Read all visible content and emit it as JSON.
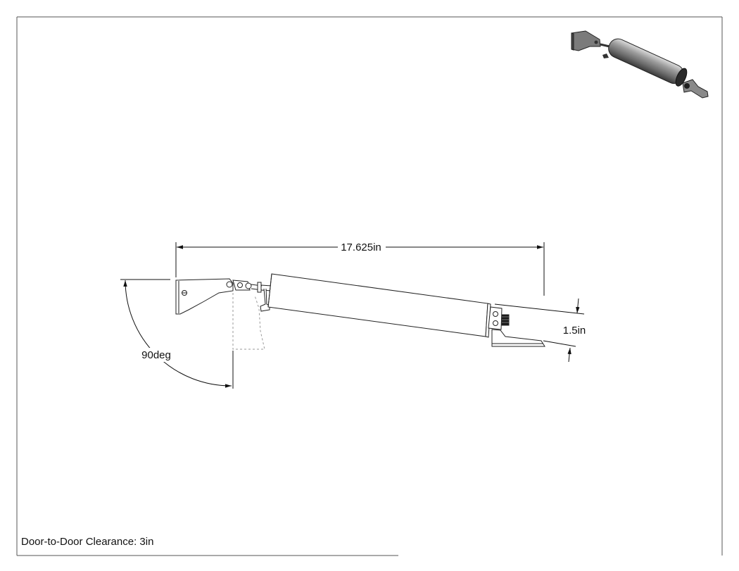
{
  "dimensions": {
    "length": "17.625in",
    "height": "1.5in",
    "angle": "90deg"
  },
  "notes": {
    "clearance": "Door-to-Door Clearance: 3in"
  },
  "views": {
    "main": "pneumatic-door-closer-top-view",
    "thumbnail": "pneumatic-door-closer-isometric"
  }
}
